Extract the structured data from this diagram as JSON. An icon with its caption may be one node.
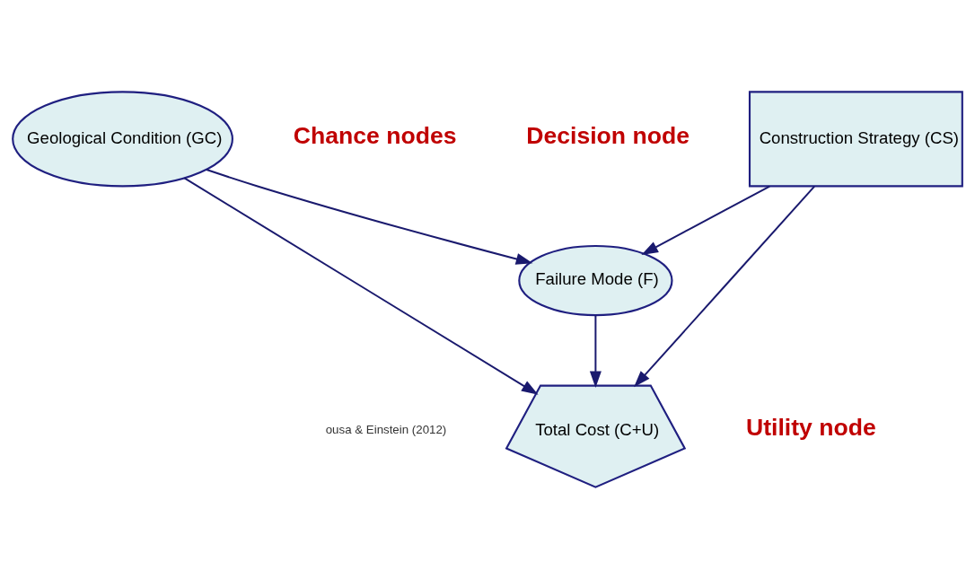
{
  "diagram": {
    "nodes": [
      {
        "text": [
          "Construction Strategy (CS)"
        ]
      },
      {
        "text": [
          "Geological Condition (GC)"
        ]
      },
      {
        "text": [
          "Failure Mode (F)"
        ]
      },
      {
        "text": [
          "Total Cost (C+U)"
        ]
      }
    ],
    "edges": [
      {
        "from": 0,
        "to": 3,
        "arrow": "to"
      },
      {
        "from": 0,
        "to": 2,
        "arrow": "to"
      },
      {
        "from": 1,
        "to": 3,
        "arrow": "to"
      },
      {
        "from": 1,
        "to": 2,
        "arrow": "to"
      },
      {
        "from": 2,
        "to": 3,
        "arrow": "to"
      }
    ],
    "labels": [
      "Decision node",
      "Chance nodes",
      "ousa & Einstein (2012)",
      "Utility node"
    ]
  }
}
